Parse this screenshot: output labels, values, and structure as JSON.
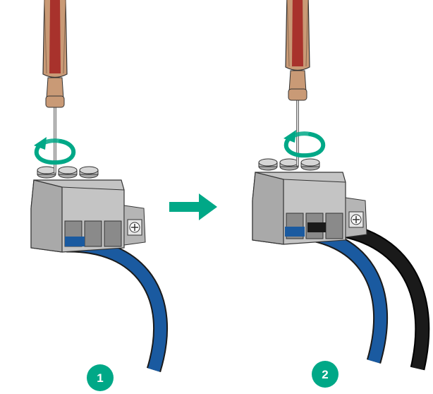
{
  "colors": {
    "accent": "#00a887",
    "wire_blue": "#1a5aa0",
    "wire_black": "#1a1a1a",
    "terminal_gray": "#bdbdbd",
    "handle_brown": "#c99a76",
    "handle_red": "#a8322c"
  },
  "steps": [
    {
      "number": "1",
      "wires": [
        "blue"
      ]
    },
    {
      "number": "2",
      "wires": [
        "blue",
        "black"
      ]
    }
  ],
  "icons": {
    "tool": "screwdriver-icon",
    "rotation": "rotate-arrow-icon",
    "direction": "right-arrow-icon"
  }
}
